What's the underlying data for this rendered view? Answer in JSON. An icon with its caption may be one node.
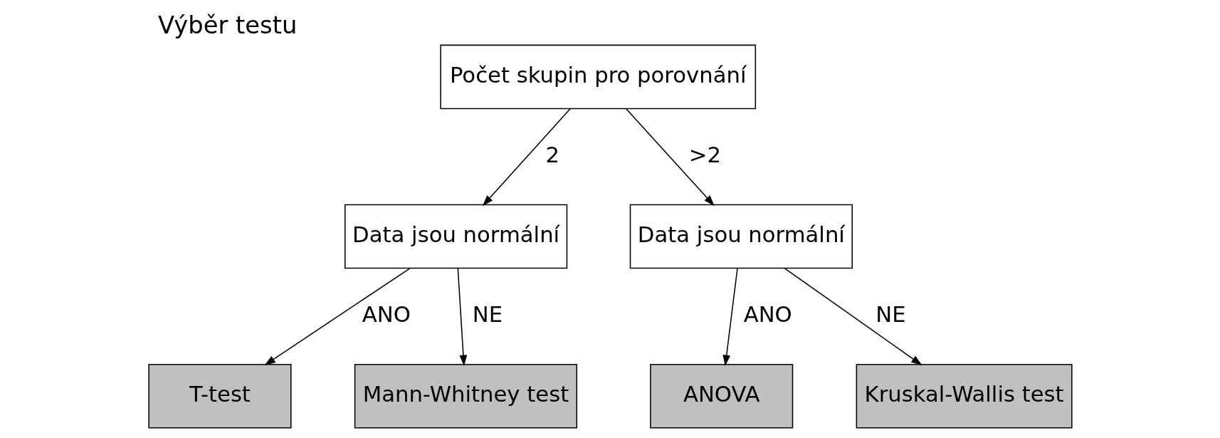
{
  "diagram": {
    "title": "Výběr testu",
    "nodes": [
      {
        "text": [
          "Počet skupin pro porovnání"
        ]
      },
      {
        "text": [
          "Data jsou normální"
        ]
      },
      {
        "text": [
          "Data jsou normální"
        ]
      },
      {
        "text": [
          "T-test"
        ]
      },
      {
        "text": [
          "Mann-Whitney test"
        ]
      },
      {
        "text": [
          "ANOVA"
        ]
      },
      {
        "text": [
          "Kruskal-Wallis test"
        ]
      }
    ],
    "edges": [
      {
        "from": 0,
        "to": 1,
        "arrow": "to",
        "label": "2"
      },
      {
        "from": 0,
        "to": 2,
        "arrow": "to",
        "label": ">2"
      },
      {
        "from": 1,
        "to": 3,
        "arrow": "to",
        "label": "ANO"
      },
      {
        "from": 1,
        "to": 4,
        "arrow": "to",
        "label": "NE"
      },
      {
        "from": 2,
        "to": 5,
        "arrow": "to",
        "label": "ANO"
      },
      {
        "from": 2,
        "to": 6,
        "arrow": "to",
        "label": "NE"
      }
    ]
  }
}
